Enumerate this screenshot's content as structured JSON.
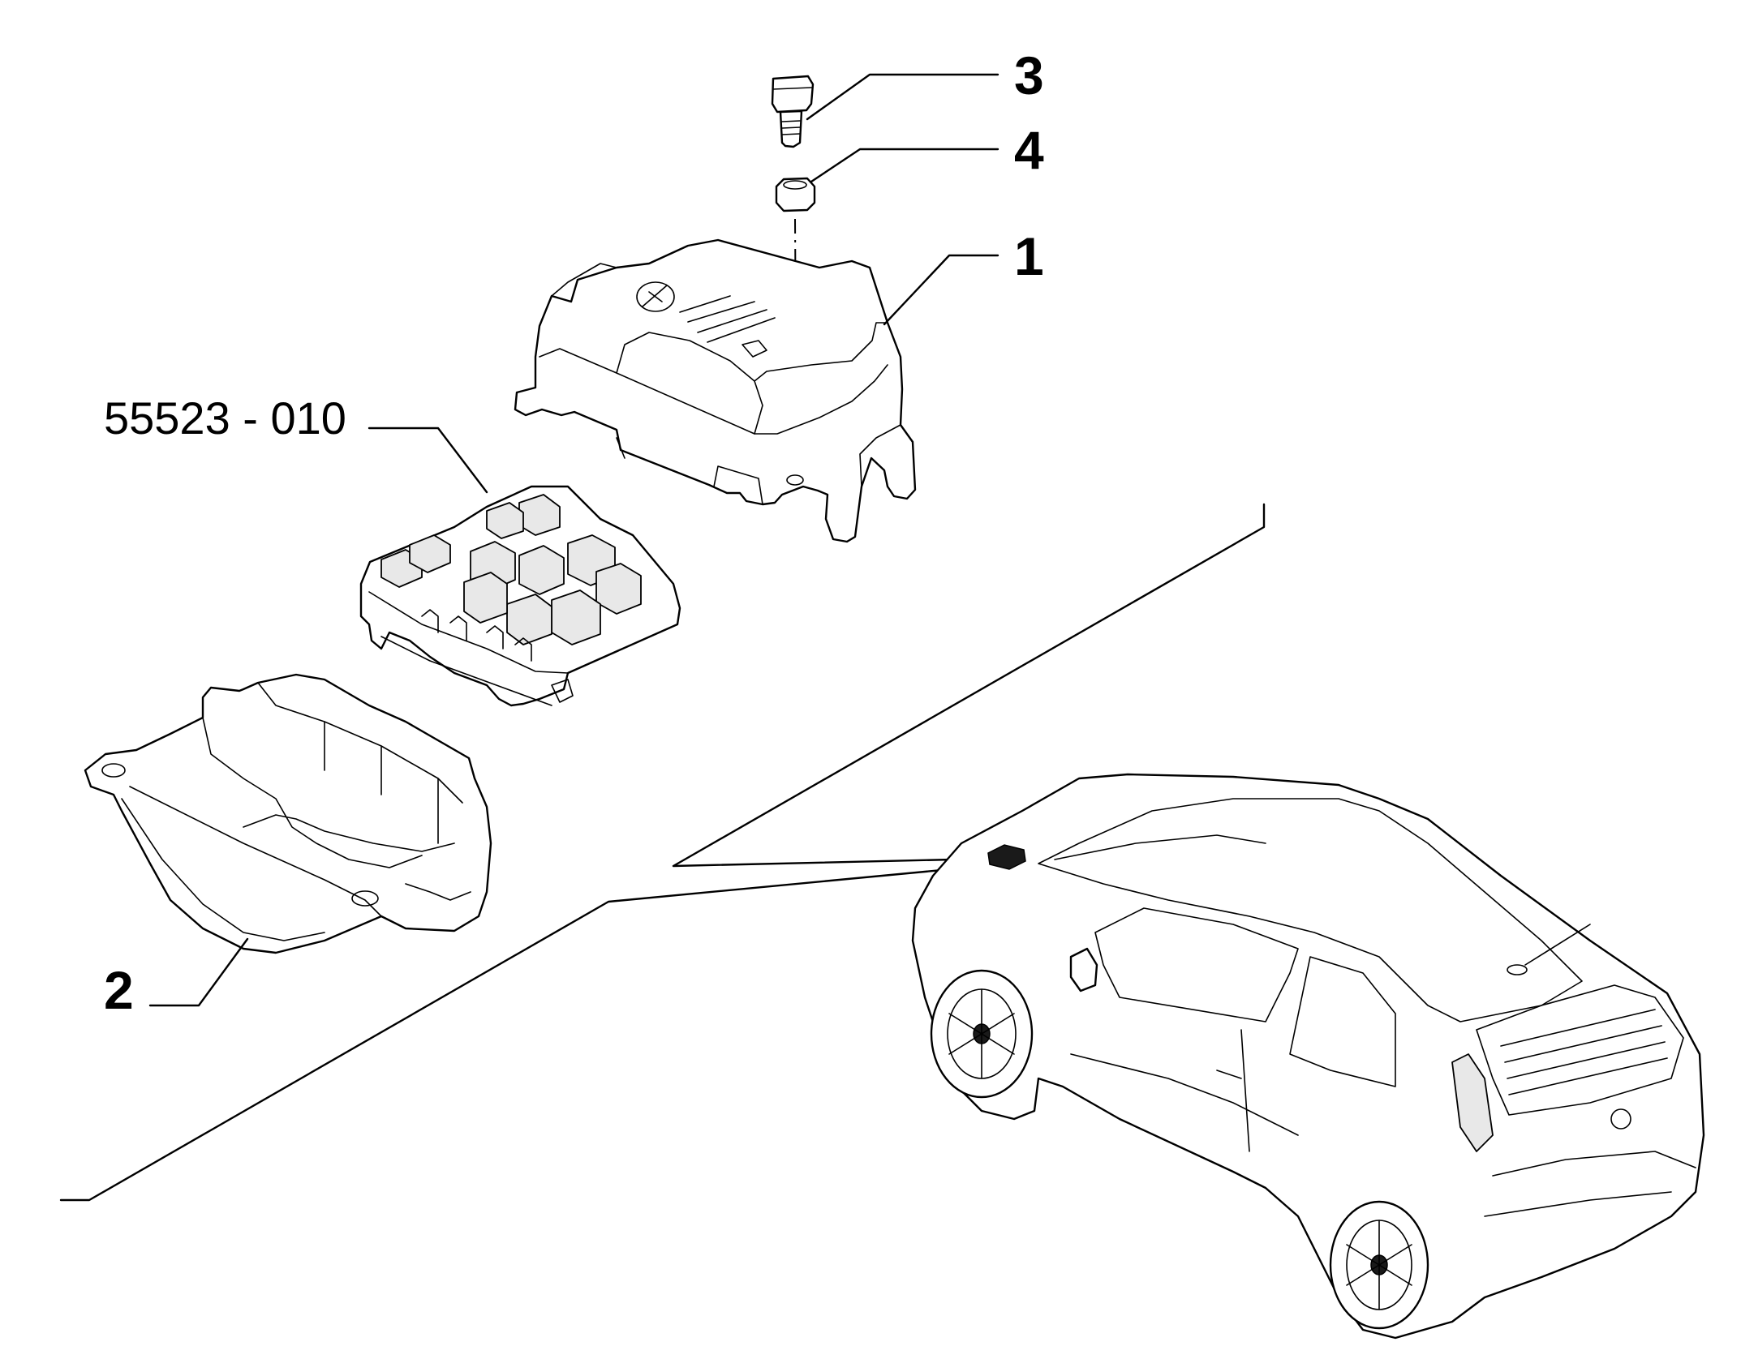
{
  "callouts": {
    "item_1": "1",
    "item_2": "2",
    "item_3": "3",
    "item_4": "4",
    "relay_code": "55523 - 010"
  },
  "colors": {
    "ink": "#000000",
    "background": "#ffffff"
  }
}
